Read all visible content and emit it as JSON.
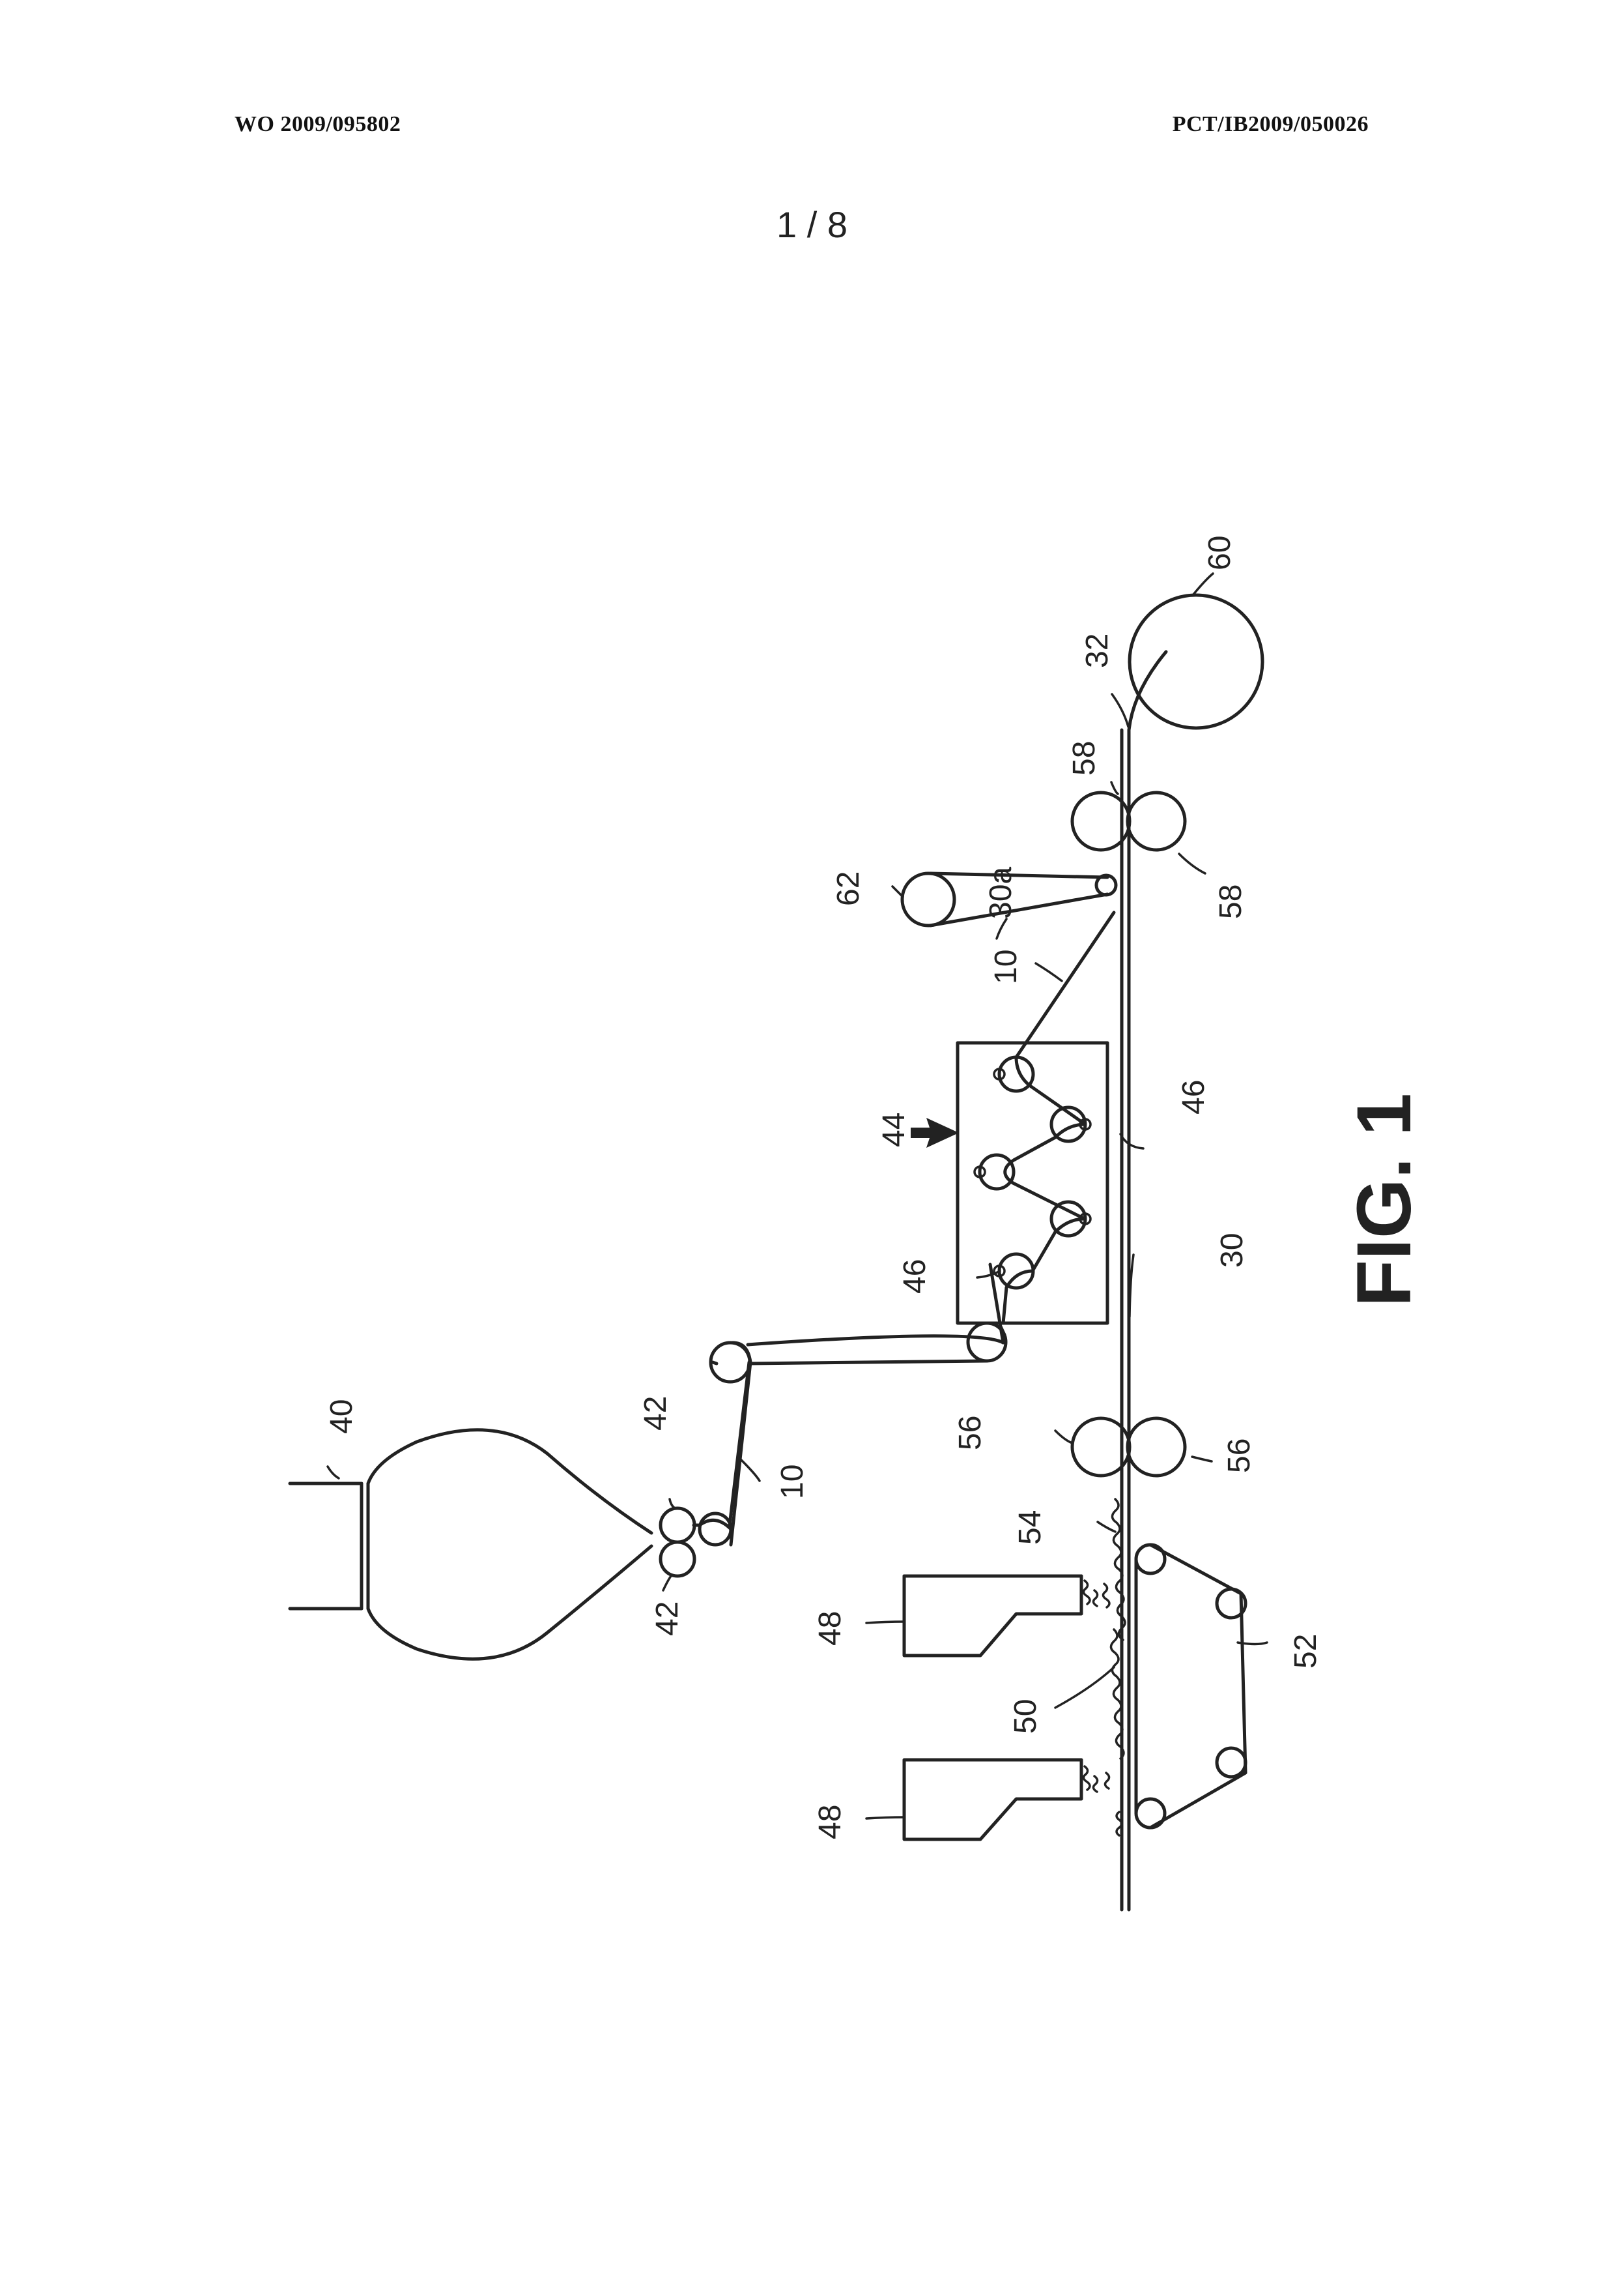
{
  "header": {
    "publication_number": "WO 2009/095802",
    "application_number": "PCT/IB2009/050026",
    "sheet": "1 / 8"
  },
  "figure": {
    "caption": "FIG. 1",
    "reference_numerals": {
      "r60": "60",
      "r32": "32",
      "r58a": "58",
      "r58b": "58",
      "r62": "62",
      "r30a": "30a",
      "r10a": "10",
      "r10b": "10",
      "r44": "44",
      "r46a": "46",
      "r46b": "46",
      "r30": "30",
      "r40": "40",
      "r42a": "42",
      "r42b": "42",
      "r56a": "56",
      "r56b": "56",
      "r54": "54",
      "r48a": "48",
      "r48b": "48",
      "r50": "50",
      "r52": "52"
    }
  }
}
